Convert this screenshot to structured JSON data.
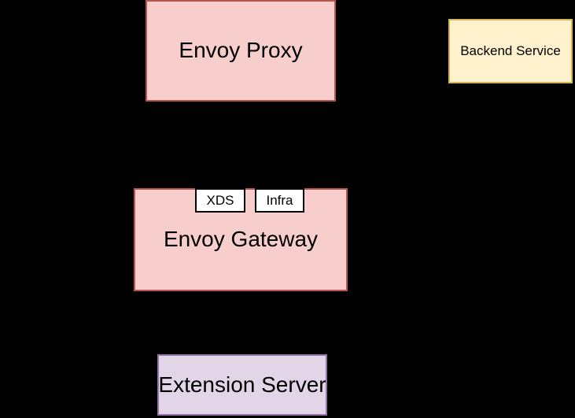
{
  "diagram": {
    "background_color": "#000000",
    "nodes": {
      "envoy_proxy": {
        "label": "Envoy Proxy",
        "fill": "#f8cecc",
        "stroke": "#b85450"
      },
      "backend_service": {
        "label": "Backend Service",
        "fill": "#fff2cc",
        "stroke": "#d6b656"
      },
      "envoy_gateway": {
        "label": "Envoy Gateway",
        "fill": "#f8cecc",
        "stroke": "#b85450"
      },
      "xds": {
        "label": "XDS",
        "fill": "#ffffff",
        "stroke": "#000000"
      },
      "infra": {
        "label": "Infra",
        "fill": "#ffffff",
        "stroke": "#000000"
      },
      "extension_server": {
        "label": "Extension Server",
        "fill": "#e1d5e7",
        "stroke": "#9673a6"
      }
    },
    "connectors": {
      "proxy_gateway": {
        "from": "envoy_gateway",
        "to": "envoy_proxy",
        "color": "#000000"
      },
      "gateway_extension": {
        "from": "envoy_gateway",
        "to": "extension_server",
        "color": "#000000"
      },
      "proxy_backend": {
        "from": "envoy_proxy",
        "to": "backend_service",
        "color": "#000000"
      }
    }
  }
}
